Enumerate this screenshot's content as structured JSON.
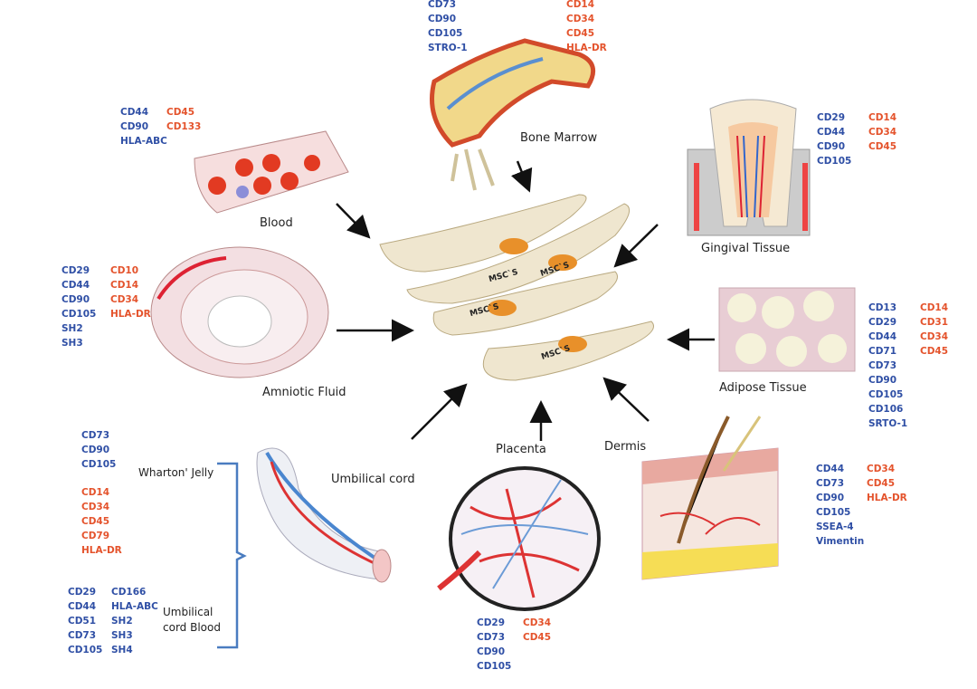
{
  "colors": {
    "positive": "#2f4fa5",
    "negative": "#e4532c"
  },
  "center": {
    "cells": [
      "MSC`S",
      "MSC`S",
      "MSC`S",
      "MSC`S"
    ]
  },
  "sources": {
    "bone_marrow": {
      "label": "Bone Marrow",
      "positive": [
        "CD73",
        "CD90",
        "CD105",
        "STRO-1"
      ],
      "negative": [
        "CD14",
        "CD34",
        "CD45",
        "HLA-DR"
      ]
    },
    "blood": {
      "label": "Blood",
      "positive": [
        "CD44",
        "CD90",
        "HLA-ABC"
      ],
      "negative": [
        "CD45",
        "CD133"
      ]
    },
    "gingival": {
      "label": "Gingival Tissue",
      "positive": [
        "CD29",
        "CD44",
        "CD90",
        "CD105"
      ],
      "negative": [
        "CD14",
        "CD34",
        "CD45"
      ]
    },
    "amniotic": {
      "label": "Amniotic Fluid",
      "positive": [
        "CD29",
        "CD44",
        "CD90",
        "CD105",
        "SH2",
        "SH3"
      ],
      "negative": [
        "CD10",
        "CD14",
        "CD34",
        "HLA-DR"
      ]
    },
    "adipose": {
      "label": "Adipose Tissue",
      "positive": [
        "CD13",
        "CD29",
        "CD44",
        "CD71",
        "CD73",
        "CD90",
        "CD105",
        "CD106",
        "SRTO-1"
      ],
      "negative": [
        "CD14",
        "CD31",
        "CD34",
        "CD45"
      ]
    },
    "umbilical": {
      "label": "Umbilical cord",
      "wharton": {
        "label": "Wharton' Jelly",
        "positive": [
          "CD73",
          "CD90",
          "CD105"
        ],
        "negative": [
          "CD14",
          "CD34",
          "CD45",
          "CD79",
          "HLA-DR"
        ]
      },
      "cord_blood": {
        "label": "Umbilical cord Blood",
        "col1": [
          "CD29",
          "CD44",
          "CD51",
          "CD73",
          "CD105"
        ],
        "col2": [
          "CD166",
          "HLA-ABC",
          "SH2",
          "SH3",
          "SH4"
        ]
      }
    },
    "placenta": {
      "label": "Placenta",
      "positive": [
        "CD29",
        "CD73",
        "CD90",
        "CD105"
      ],
      "negative": [
        "CD34",
        "CD45"
      ]
    },
    "dermis": {
      "label": "Dermis",
      "positive": [
        "CD44",
        "CD73",
        "CD90",
        "CD105",
        "SSEA-4",
        "Vimentin"
      ],
      "negative": [
        "CD34",
        "CD45",
        "HLA-DR"
      ]
    }
  }
}
